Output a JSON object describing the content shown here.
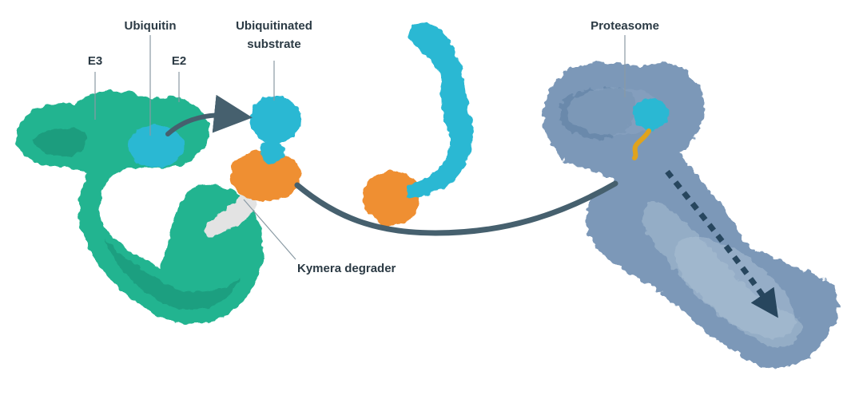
{
  "labels": {
    "ubiquitin": "Ubiquitin",
    "e3": "E3",
    "e2": "E2",
    "ubiquitinated_substrate_line1": "Ubiquitinated",
    "ubiquitinated_substrate_line2": "substrate",
    "proteasome": "Proteasome",
    "kymera_degrader": "Kymera degrader"
  },
  "colors": {
    "e3_ligase": "#23b490",
    "ubiquitin": "#2ab8d3",
    "substrate": "#ef8f31",
    "degrader": "#dddddd",
    "proteasome": "#7b98b8",
    "arrow": "#46606e",
    "label_text": "#2b3a44",
    "leader_line": "#8a9aa4",
    "peptide": "#e0a31d"
  }
}
